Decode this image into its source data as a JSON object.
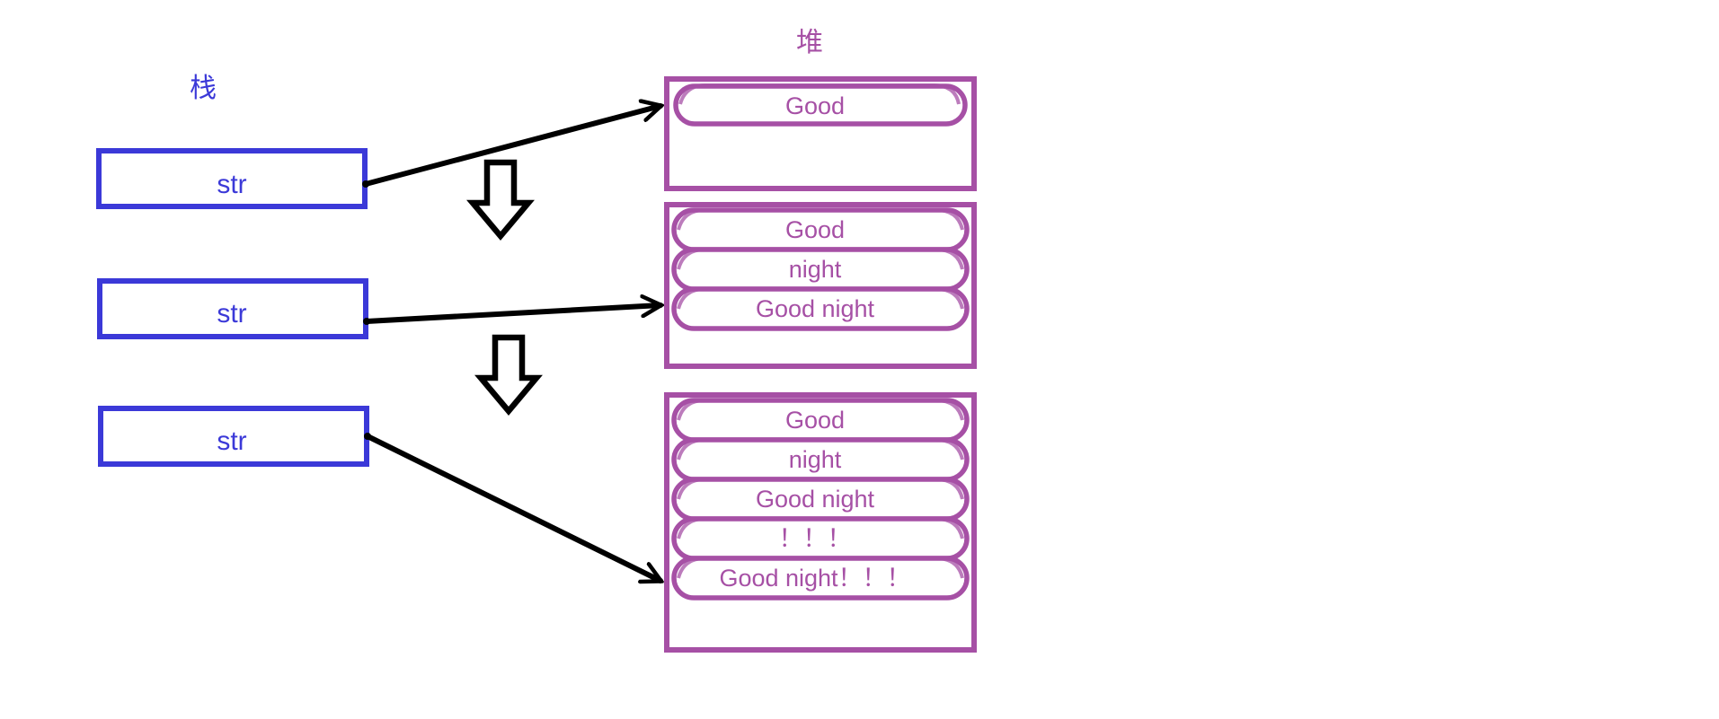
{
  "diagram": {
    "title": "Stack and heap string allocation diagram",
    "colors": {
      "stack_blue": "#3b39d8",
      "heap_purple": "#a650a5",
      "arrow_black": "#000000",
      "background": "#ffffff"
    },
    "headings": {
      "stack": "栈",
      "heap": "堆"
    },
    "stack_boxes": [
      {
        "label": "str"
      },
      {
        "label": "str"
      },
      {
        "label": "str"
      }
    ],
    "heap_boxes": [
      {
        "name": "heap-box-1",
        "cells": [
          {
            "text": "Good"
          }
        ]
      },
      {
        "name": "heap-box-2",
        "cells": [
          {
            "text": "Good"
          },
          {
            "text": "night"
          },
          {
            "text": "Good night"
          }
        ]
      },
      {
        "name": "heap-box-3",
        "cells": [
          {
            "text": "Good"
          },
          {
            "text": "night"
          },
          {
            "text": "Good night"
          },
          {
            "text": "！！！"
          },
          {
            "text": "Good night！！！"
          }
        ]
      }
    ],
    "flow_arrows": [
      {
        "name": "step-arrow-1",
        "glyph": "down-arrow"
      },
      {
        "name": "step-arrow-2",
        "glyph": "down-arrow"
      }
    ],
    "pointer_arrows": [
      {
        "name": "pointer-arrow-1",
        "from": "stack-box-1",
        "to": "heap-box-1"
      },
      {
        "name": "pointer-arrow-2",
        "from": "stack-box-2",
        "to": "heap-box-2"
      },
      {
        "name": "pointer-arrow-3",
        "from": "stack-box-3",
        "to": "heap-box-3"
      }
    ]
  }
}
